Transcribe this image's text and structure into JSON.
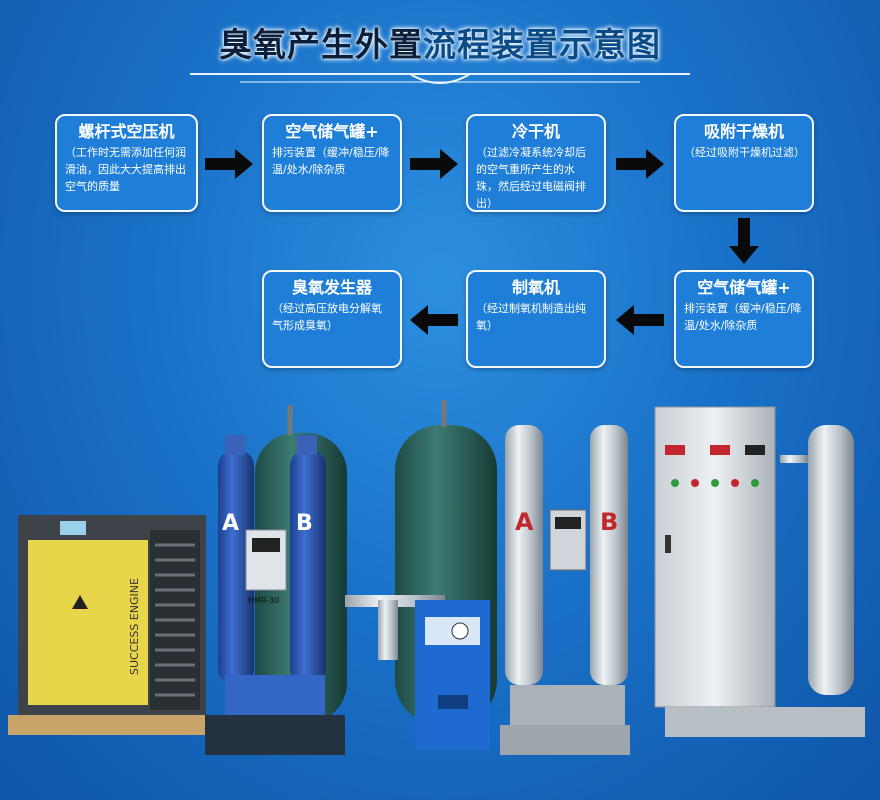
{
  "title_part1": "臭氧产生外置",
  "title_part2": "流程装置示意图",
  "boxes": {
    "compressor": {
      "title": "螺杆式空压机",
      "desc": "（工作时无需添加任何润滑油，因此大大提高排出空气的质量"
    },
    "tank1": {
      "title": "空气储气罐+",
      "desc": "排污装置（缓冲/稳压/降温/处水/除杂质"
    },
    "dryer": {
      "title": "冷干机",
      "desc": "（过滤冷凝系统冷却后的空气重所产生的水珠，然后经过电磁阀排出）"
    },
    "adsorb": {
      "title": "吸附干燥机",
      "desc": "（经过吸附干燥机过滤）"
    },
    "tank2": {
      "title": "空气储气罐+",
      "desc": "排污装置（缓冲/稳压/降温/处水/除杂质"
    },
    "oxygen": {
      "title": "制氧机",
      "desc": "（经过制氧机制造出纯氧）"
    },
    "ozone": {
      "title": "臭氧发生器",
      "desc": "（经过高压放电分解氧气形成臭氧）"
    }
  },
  "equipment_labels": {
    "compressor_brand": "SUCCESS ENGINE",
    "tower_a": "A",
    "tower_b": "B",
    "dryer_model": "HMR-30"
  },
  "colors": {
    "background": "#1a72c9",
    "box_fill": "#1f7fd8",
    "box_border": "#f4f8fc",
    "arrow": "#0a0a0a"
  }
}
